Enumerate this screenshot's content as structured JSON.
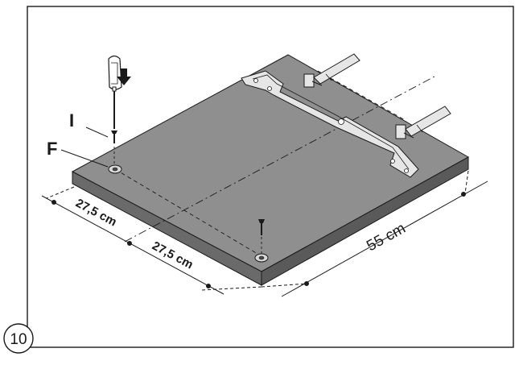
{
  "step_number": "10",
  "labels": {
    "screw": "I",
    "washer": "F"
  },
  "dimensions": {
    "half_width_1": "27,5 cm",
    "half_width_2": "27,5 cm",
    "depth": "55 cm"
  },
  "colors": {
    "panel_top": "#8f8f8f",
    "panel_front": "#6a6a6a",
    "panel_side": "#5a5a5a",
    "bracket": "#e6e6e6",
    "line": "#1a1a1a"
  }
}
